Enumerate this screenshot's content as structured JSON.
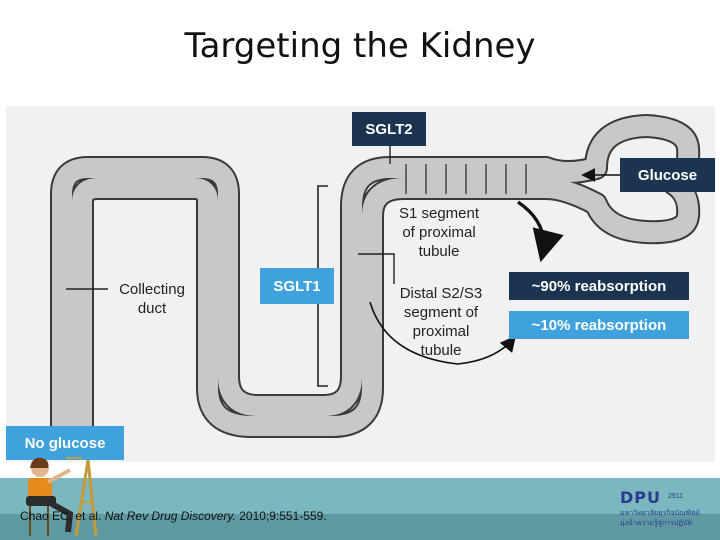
{
  "title": "Targeting the Kidney",
  "labels": {
    "sglt2": "SGLT2",
    "sglt1": "SGLT1",
    "glucose": "Glucose",
    "no_glucose": "No glucose",
    "collecting_duct_1": "Collecting",
    "collecting_duct_2": "duct",
    "s1_line1": "S1 segment",
    "s1_line2": "of proximal",
    "s1_line3": "tubule",
    "distal_line1": "Distal S2/S3",
    "distal_line2": "segment of",
    "distal_line3": "proximal",
    "distal_line4": "tubule",
    "reabsorption_90": "~90% reabsorption",
    "reabsorption_10": "~10% reabsorption"
  },
  "colors": {
    "dark_navy": "#1b3550",
    "light_blue": "#3fa2dc",
    "tubule_fill": "#c7c8ca",
    "tubule_stroke": "#3a3a3a",
    "footer": "#7bb7bf"
  },
  "citation": {
    "authors": "Chao EC, et al.",
    "journal": "Nat Rev Drug Discovery.",
    "ref": "2010;9:551-559."
  },
  "logo": {
    "name": "DPU",
    "year": "2511",
    "line1": "มหาวิทยาลัยธุรกิจบัณฑิตย์",
    "line2": "มุ่งนำความรู้สู่การปฏิบัติ"
  },
  "icons": {
    "illustration": "seated-person-icon"
  }
}
